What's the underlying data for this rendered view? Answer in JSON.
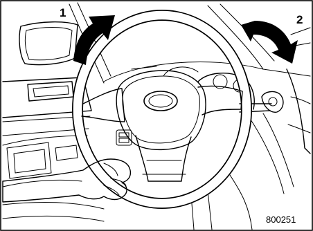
{
  "diagram": {
    "arrow_1_label": "1",
    "arrow_2_label": "2",
    "figure_number": "800251",
    "arrow_color": "#000000",
    "line_color": "#000000",
    "background_color": "#ffffff"
  }
}
